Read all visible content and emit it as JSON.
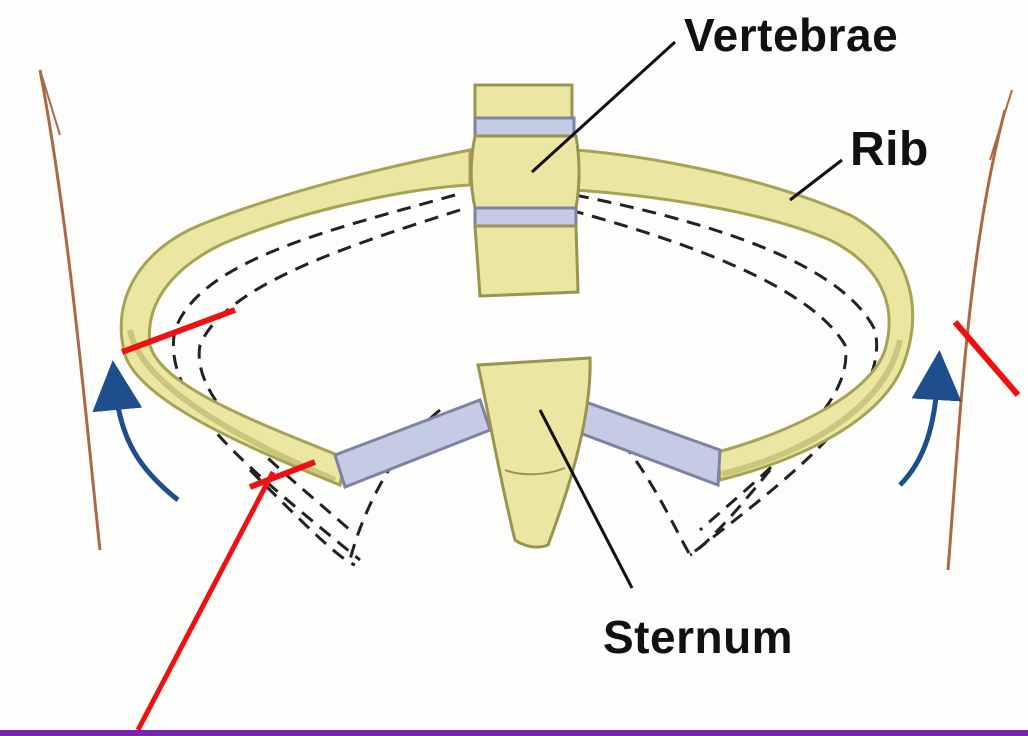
{
  "labels": {
    "vertebrae": "Vertebrae",
    "rib": "Rib",
    "sternum": "Sternum"
  },
  "colors": {
    "bone": "#ebe6a2",
    "bone_dark": "#b3ad5c",
    "cartilage": "#c5cbe4",
    "arrow_blue": "#1f4e8c",
    "annotation_red": "#ee1111",
    "bottom_bar": "#7a24b0",
    "body_outline": "#a86a45"
  }
}
